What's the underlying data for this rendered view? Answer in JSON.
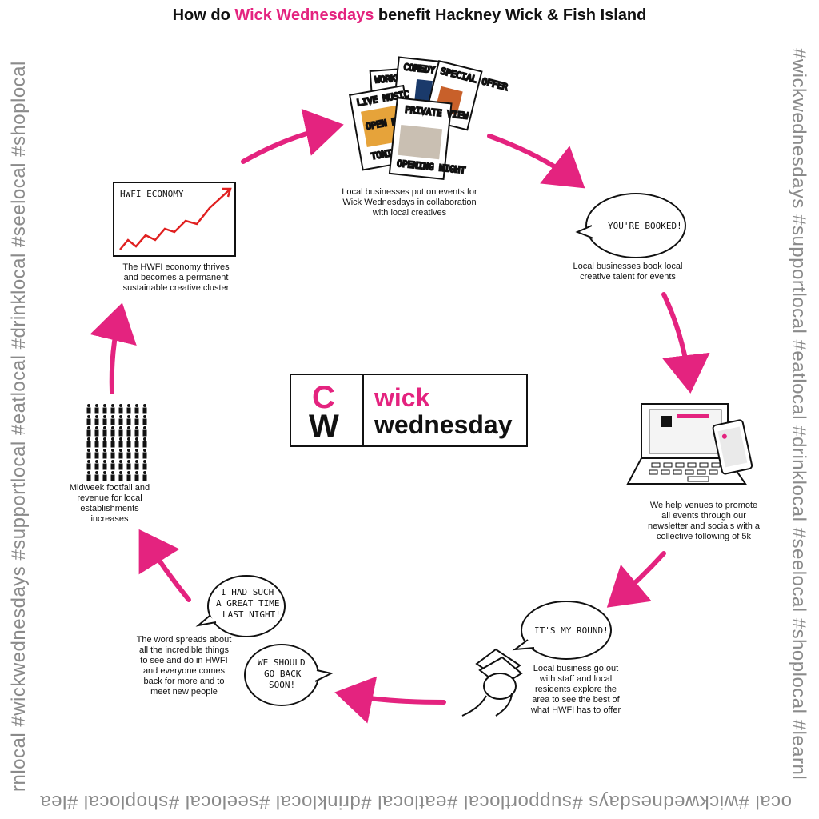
{
  "title": {
    "prefix": "How do ",
    "highlight": "Wick Wednesdays",
    "suffix": " benefit Hackney Wick & Fish Island",
    "highlight_color": "#e4237f"
  },
  "border": {
    "top": "#wickwednesdays #supportlocal #eatlocal #drinklocal #seelocal #shoplocal #learnl",
    "bottom": "ocal #wickwednesdays #supportlocal #eatlocal #drinklocal #seelocal #shoplocal #lea",
    "left": "rnlocal #wickwednesdays #supportlocal #eatlocal #drinklocal #seelocal #shoplocal"
  },
  "logo": {
    "c": "C",
    "w": "W",
    "wick": "wick",
    "wednesday": "wednesday"
  },
  "steps": [
    {
      "caption_lines": [
        "Local businesses put on events for",
        "Wick Wednesdays in collaboration",
        "with local creatives"
      ]
    },
    {
      "caption_lines": [
        "Local businesses book local",
        "creative talent for events"
      ]
    },
    {
      "caption_lines": [
        "We help venues to promote",
        "all events through our",
        "newsletter and socials with a",
        "collective following of 5k"
      ]
    },
    {
      "caption_lines": [
        "Local business go out",
        "with staff and local",
        "residents explore the",
        "area to see the best of",
        "what HWFI has to offer"
      ]
    },
    {
      "caption_lines": [
        "The word spreads about",
        "all the incredible things",
        "to see and do in HWFI",
        "and everyone comes",
        "back for more and to",
        "meet new people"
      ]
    },
    {
      "caption_lines": [
        "Midweek footfall and",
        "revenue for local",
        "establishments",
        "increases"
      ]
    },
    {
      "caption_lines": [
        "The HWFI economy thrives",
        "and becomes a permanent",
        "sustainable creative cluster"
      ]
    }
  ],
  "bubbles": {
    "booked": "YOU'RE BOOKED!",
    "round": "IT'S MY ROUND!",
    "great_time": [
      "I HAD SUCH",
      "A GREAT TIME",
      "LAST NIGHT!"
    ],
    "go_back": [
      "WE SHOULD",
      "GO BACK",
      "SOON!"
    ]
  },
  "economy_chart_label": "HWFI ECONOMY",
  "posters": {
    "workshop": "WORKSHOP",
    "comedy": "COMEDY NIGHT",
    "special": "SPECIAL OFFER",
    "live_music": "LIVE MUSIC",
    "open_mic": "OPEN MIC NIGHT!",
    "tonight": "TONIGHT",
    "private_view": "PRIVATE VIEW",
    "opening_night": "OPENING NIGHT"
  },
  "colors": {
    "accent": "#e4237f",
    "chart_line": "#e02020",
    "border_text": "#8a8a8a",
    "ink": "#111111"
  },
  "icons": [
    "arrow-icon",
    "laptop-icon",
    "phone-icon",
    "people-crowd-icon",
    "money-hand-icon",
    "chart-icon",
    "speech-bubble-icon",
    "poster-icon"
  ]
}
